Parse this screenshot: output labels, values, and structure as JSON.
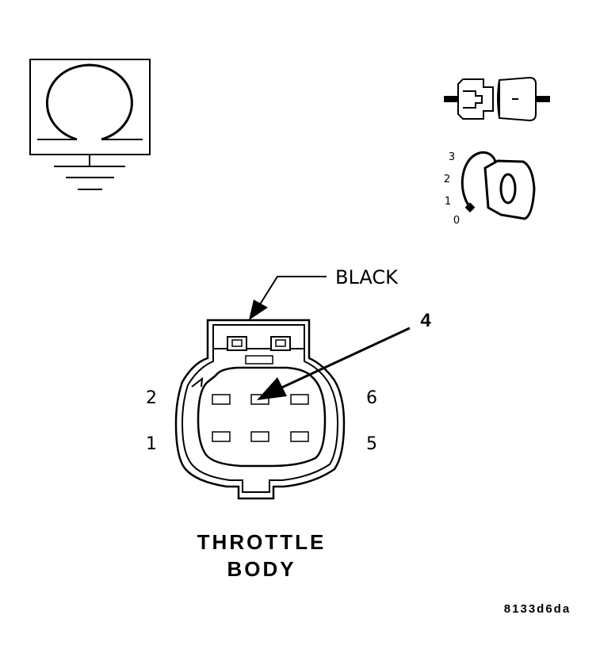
{
  "color_label": "BLACK",
  "pin_callout": "4",
  "pin_numbers": {
    "top_left": "2",
    "bottom_left": "1",
    "top_right": "6",
    "bottom_right": "5"
  },
  "key_positions": [
    "3",
    "2",
    "1",
    "0"
  ],
  "component_name": {
    "line1": "THROTTLE",
    "line2": "BODY"
  },
  "figure_id": "8133d6da",
  "icons": {
    "meter": "ohmmeter-ground-icon",
    "connector": "disconnect-connector-icon",
    "ignition": "ignition-key-off-icon"
  }
}
